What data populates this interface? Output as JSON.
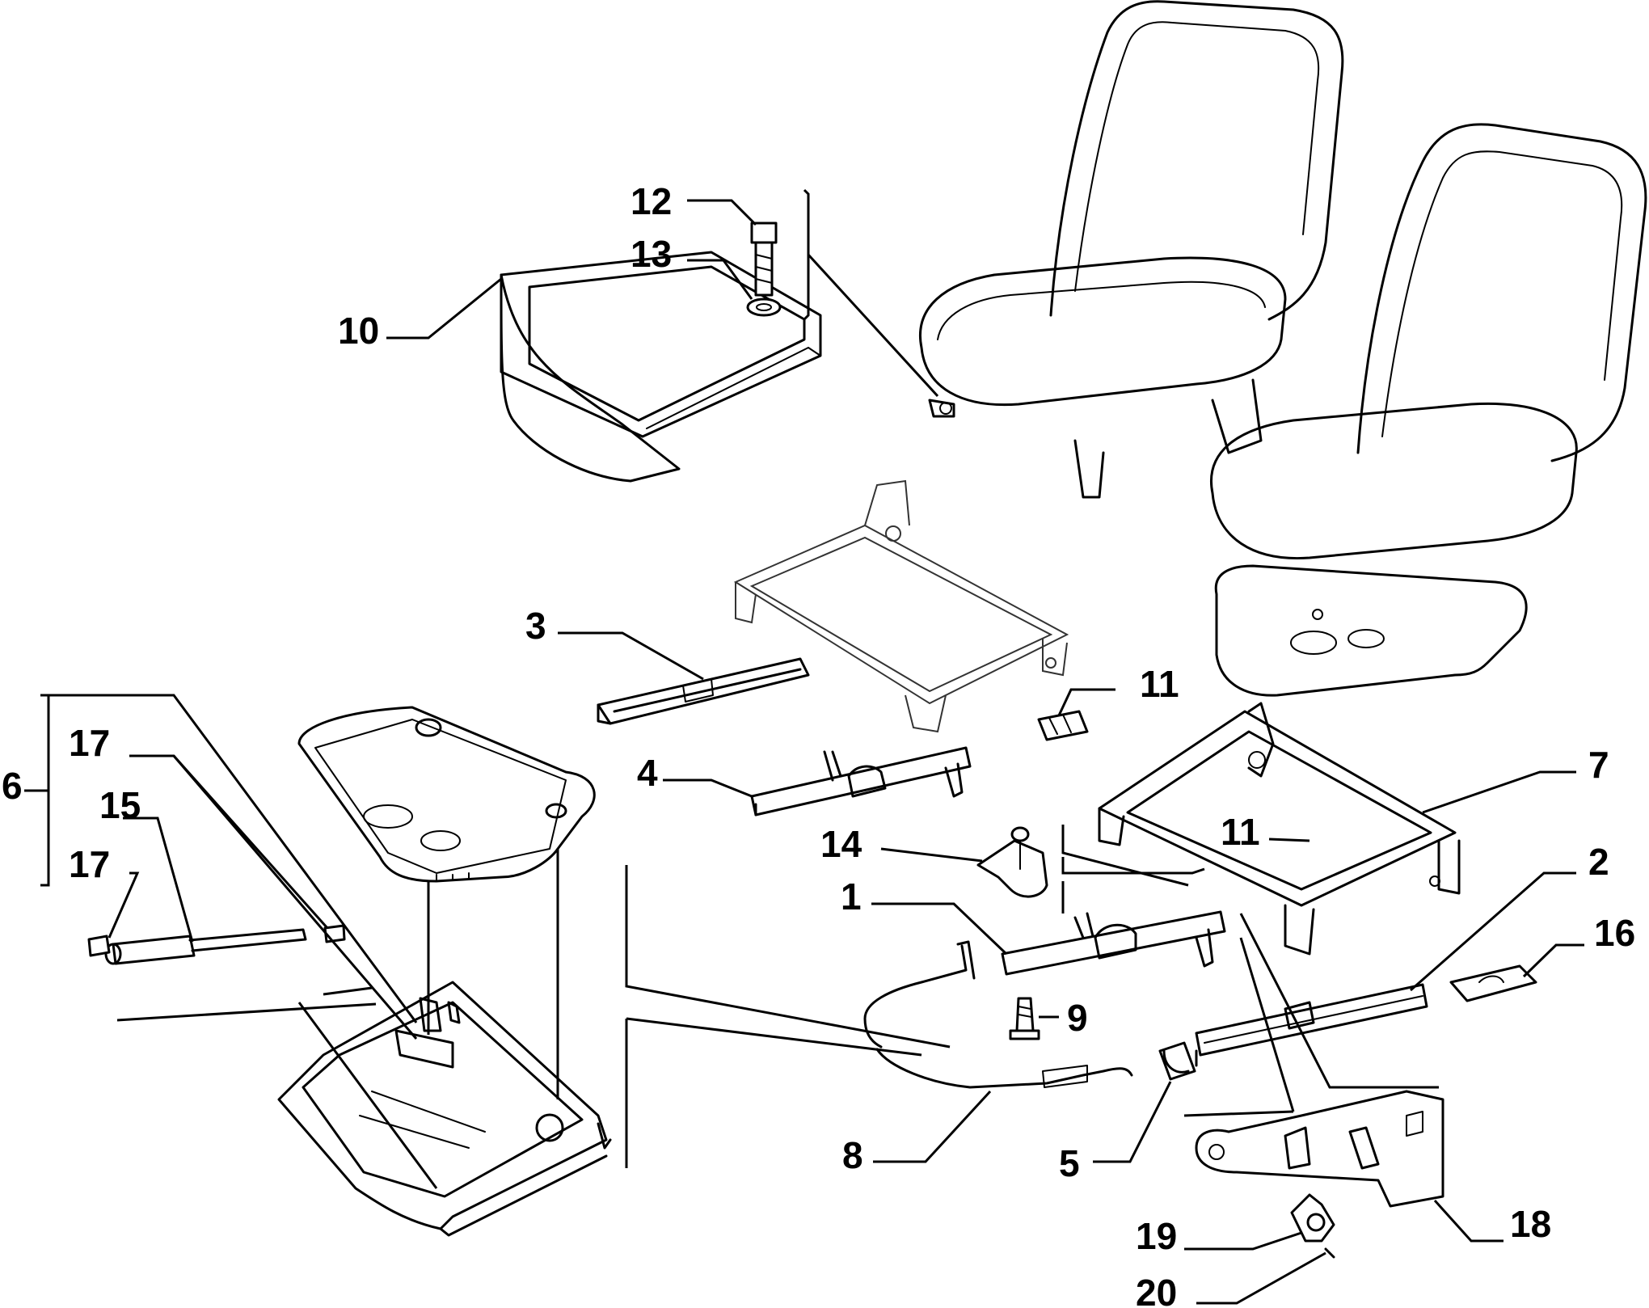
{
  "callouts": {
    "c1": "1",
    "c2": "2",
    "c3": "3",
    "c4": "4",
    "c5": "5",
    "c6": "6",
    "c7": "7",
    "c8": "8",
    "c9": "9",
    "c10": "10",
    "c11a": "11",
    "c11b": "11",
    "c12": "12",
    "c13": "13",
    "c14": "14",
    "c15": "15",
    "c16": "16",
    "c17a": "17",
    "c17b": "17",
    "c18": "18",
    "c19": "19",
    "c20": "20"
  }
}
